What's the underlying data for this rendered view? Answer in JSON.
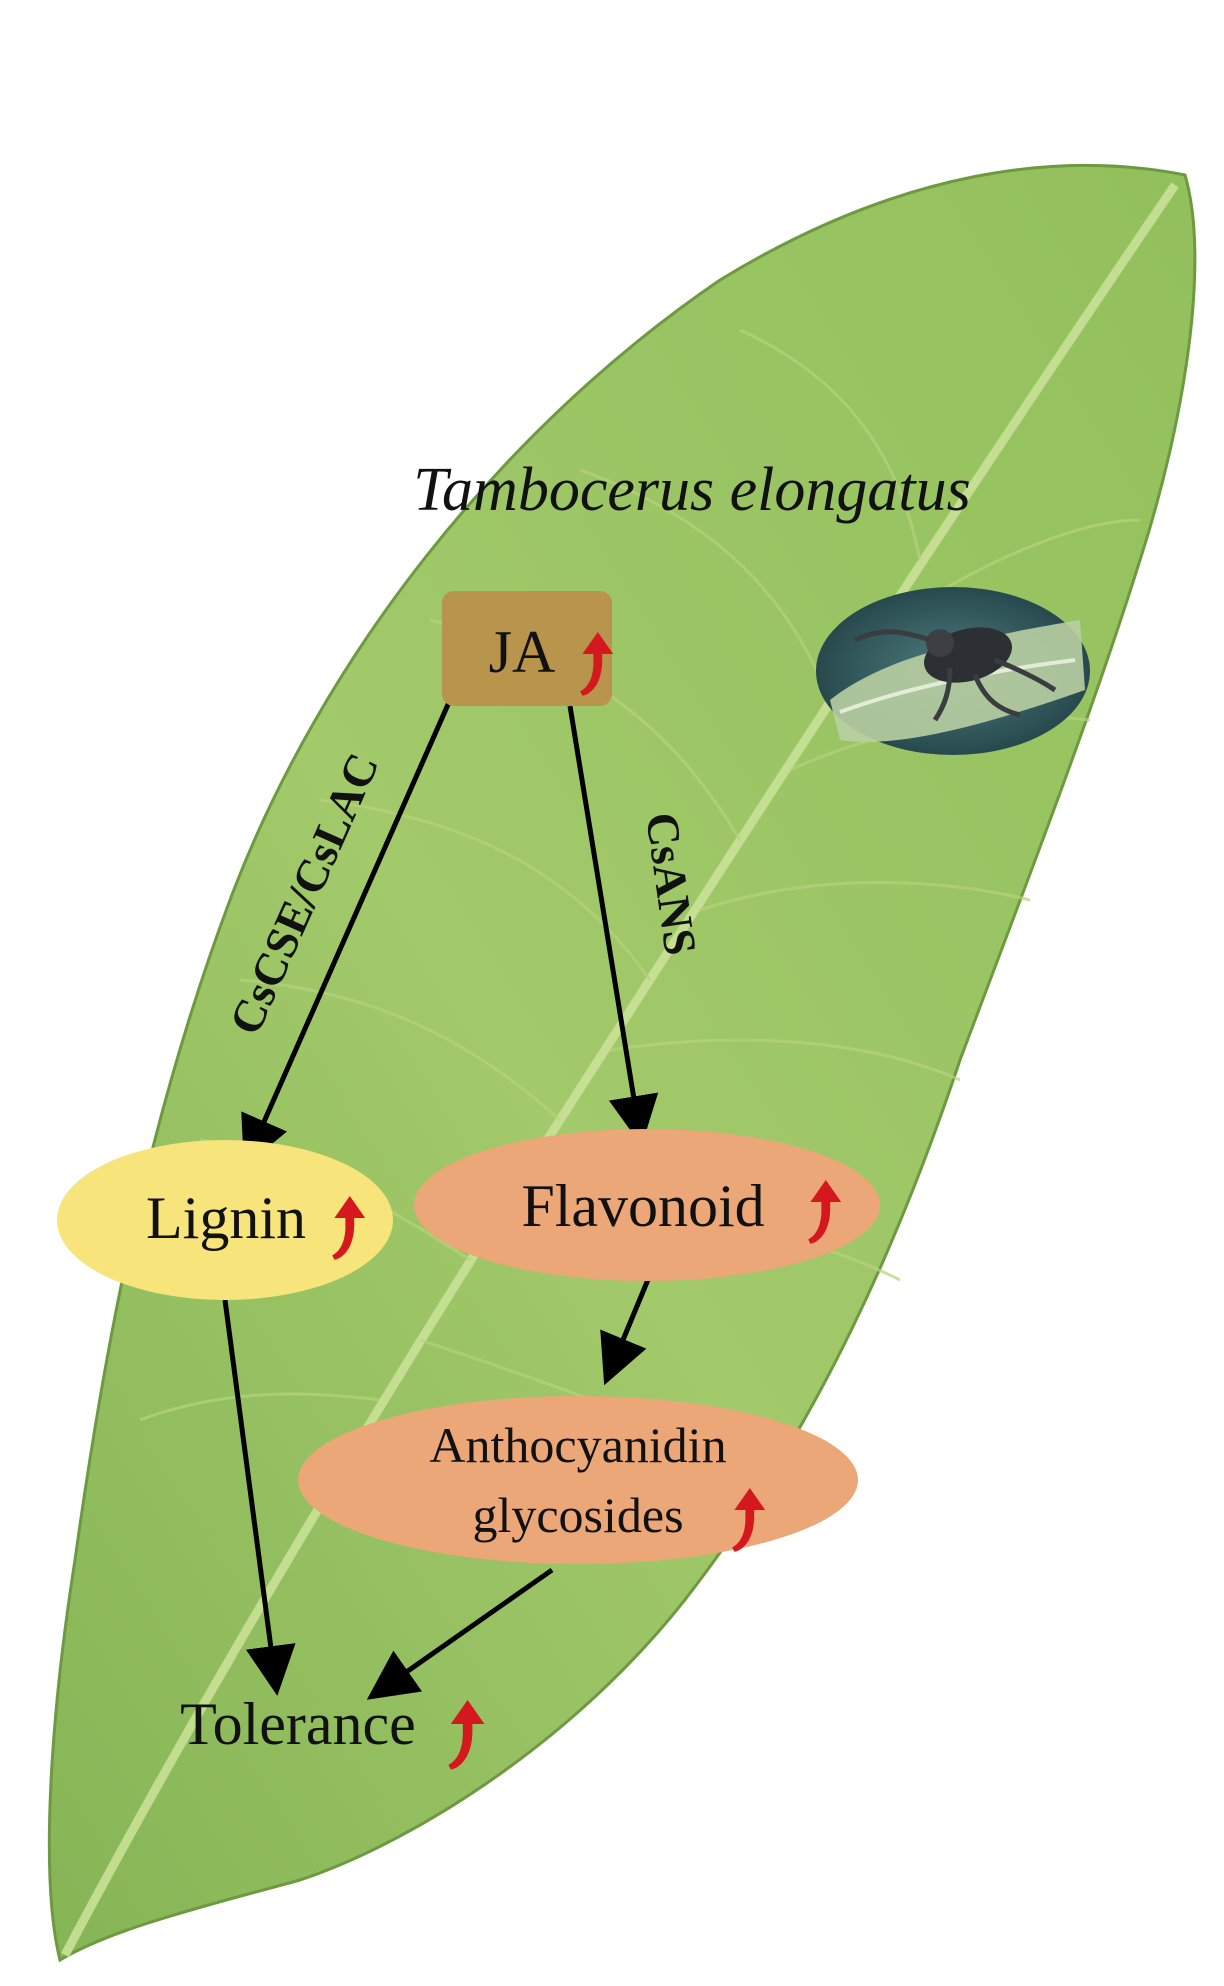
{
  "title": "Tambocerus elongatus",
  "colors": {
    "leaf": "#9cc564",
    "leaf_dark": "#7eaf4a",
    "leaf_vein": "#c3dc88",
    "ja_box": "#b8944c",
    "lignin": "#f7e47a",
    "flavonoid": "#eba777",
    "anthocyanidin": "#eba777",
    "up_arrow": "#d4181e",
    "arrow": "#000000"
  },
  "nodes": {
    "ja": {
      "label": "JA",
      "trend": "up"
    },
    "lignin": {
      "label": "Lignin",
      "trend": "up"
    },
    "flavonoid": {
      "label": "Flavonoid",
      "trend": "up"
    },
    "anthocyanidin": {
      "label_line1": "Anthocyanidin",
      "label_line2": "glycosides",
      "trend": "up"
    },
    "tolerance": {
      "label": "Tolerance",
      "trend": "up"
    }
  },
  "edges": [
    {
      "from": "JA",
      "to": "Lignin",
      "label": "CsCSE/CsLAC"
    },
    {
      "from": "JA",
      "to": "Flavonoid",
      "label": "CsANS"
    },
    {
      "from": "Flavonoid",
      "to": "Anthocyanidin glycosides",
      "label": ""
    },
    {
      "from": "Lignin",
      "to": "Tolerance",
      "label": ""
    },
    {
      "from": "Anthocyanidin glycosides",
      "to": "Tolerance",
      "label": ""
    }
  ],
  "images": {
    "leaf": "tea-leaf",
    "insect": "leafhopper-insect"
  }
}
